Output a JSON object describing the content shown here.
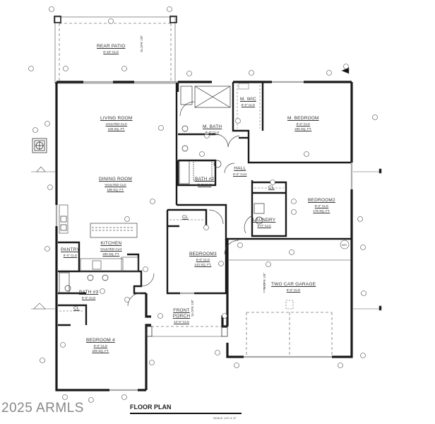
{
  "plan": {
    "title": "FLOOR PLAN",
    "scale": "SCALE: 1/4\"=1'-0\"",
    "watermark": "2025 ARMLS"
  },
  "rooms": {
    "rear_patio": {
      "name": "REAR PATIO",
      "ceiling": "8'-10\" CLG",
      "slope": "SLOPE 1/8\""
    },
    "living_room": {
      "name": "LIVING ROOM",
      "ceiling": "VAULTED CLG",
      "area": "246 SQ. FT."
    },
    "dining_room": {
      "name": "DINING ROOM",
      "ceiling": "VAULTED CLG",
      "area": "186 SQ. FT."
    },
    "m_wic": {
      "name": "M. WIC",
      "ceiling": "8'-0\" CLG"
    },
    "m_bedroom": {
      "name": "M. BEDROOM",
      "ceiling": "8'-0\" CLG",
      "area": "205 SQ. FT."
    },
    "m_bath": {
      "name": "M. BATH",
      "ceiling": "8'-0\" CLG"
    },
    "bath2": {
      "name": "BATH #2",
      "ceiling": "8'-0\" CLG"
    },
    "hall": {
      "name": "HALL",
      "ceiling": "8'-0\" CLG"
    },
    "bedroom2": {
      "name": "BEDROOM2",
      "ceiling": "8'-0\" CLG",
      "area": "178 SQ. FT."
    },
    "laundry": {
      "name": "LAUNDRY",
      "ceiling": "8'-0\" CLG"
    },
    "closet": {
      "name": "CL"
    },
    "kitchen": {
      "name": "KITCHEN",
      "ceiling": "VAULTED CLG",
      "area": "200 SQ. FT."
    },
    "pantry": {
      "name": "PANTRY",
      "ceiling": "8'-0\" CLG"
    },
    "bedroom3": {
      "name": "BEDROOM3",
      "ceiling": "8'-0\" CLG",
      "area": "143 SQ. FT."
    },
    "bath3": {
      "name": "BATH #3",
      "ceiling": "8'-0\" CLG"
    },
    "front_porch": {
      "name": "FRONT PORCH",
      "ceiling": "12'-0\" CLG",
      "slope": "SLOPE 1/8\""
    },
    "garage": {
      "name": "TWO CAR GARAGE",
      "ceiling": "9'-0\" CLG",
      "slope": "SLOPE 1/8\""
    },
    "bedroom4": {
      "name": "BEDROOM 4",
      "ceiling": "8'-0\" CLG",
      "area": "209 SQ. FT."
    },
    "water_heater": {
      "name": "WH"
    }
  },
  "colors": {
    "wall": "#1a1a1a",
    "thin": "#555555",
    "dash": "#666666",
    "window": "#aaaaaa"
  }
}
